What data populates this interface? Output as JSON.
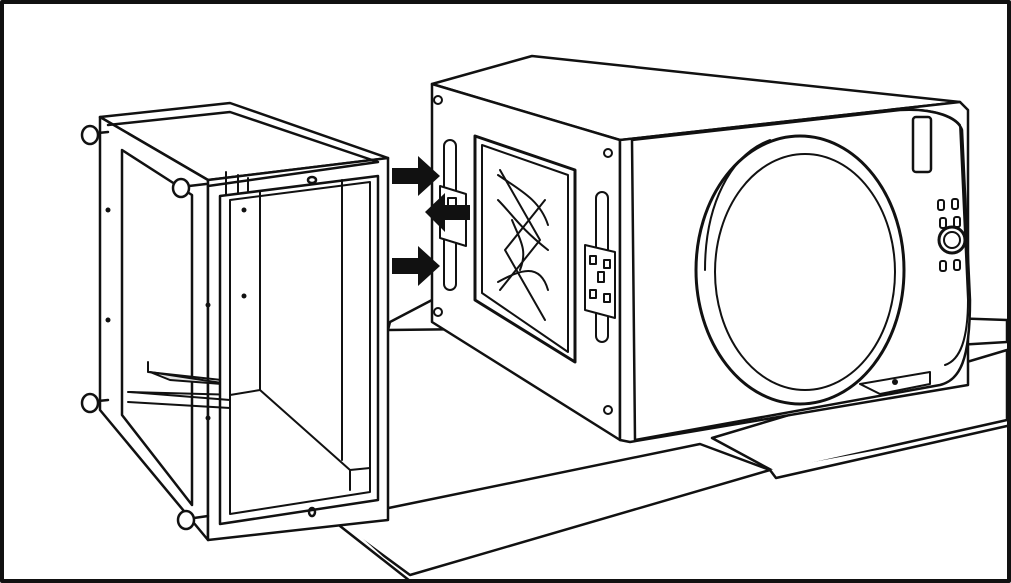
{
  "figure": {
    "stroke_color": "#111111",
    "fill_color": "#ffffff",
    "shade_color": "#e4e4e4",
    "arrow_color": "#111111",
    "icons": [
      "stand-frame",
      "washer-dryer-unit",
      "insert-arrow",
      "remove-arrow",
      "control-knob",
      "porthole-door",
      "mounting-bracket"
    ]
  }
}
